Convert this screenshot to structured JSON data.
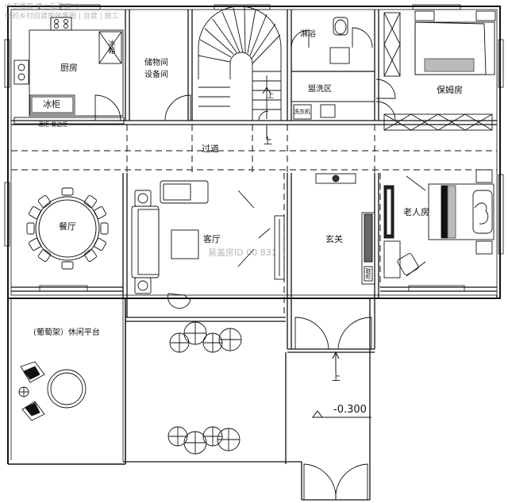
{
  "rooms": {
    "kitchen": "厨房",
    "fridge_top": "冰箱",
    "fridge_cabinet": "冰柜",
    "storage_line1": "储物间",
    "storage_line2": "设备间",
    "shower": "淋浴",
    "wash_area": "盥洗区",
    "nanny_room": "保姆房",
    "corridor": "过道",
    "dining": "餐厅",
    "living": "客厅",
    "foyer": "玄关",
    "elder_room": "老人房",
    "terrace": "(葡萄架）休闲平台",
    "sideboard": "酒柜 餐边柜",
    "washer": "洗衣机",
    "shoe_cabinet": "鞋柜"
  },
  "marks": {
    "up_stair": "上",
    "up_corridor": "上",
    "up_entrance": "上",
    "elevation": "-0.300"
  },
  "watermark": {
    "top": "中农楼房 楼上私塾房 小\n你的乡村自建房效果图 | 自建 | 施工",
    "center": "易盖房ID 00 831"
  }
}
